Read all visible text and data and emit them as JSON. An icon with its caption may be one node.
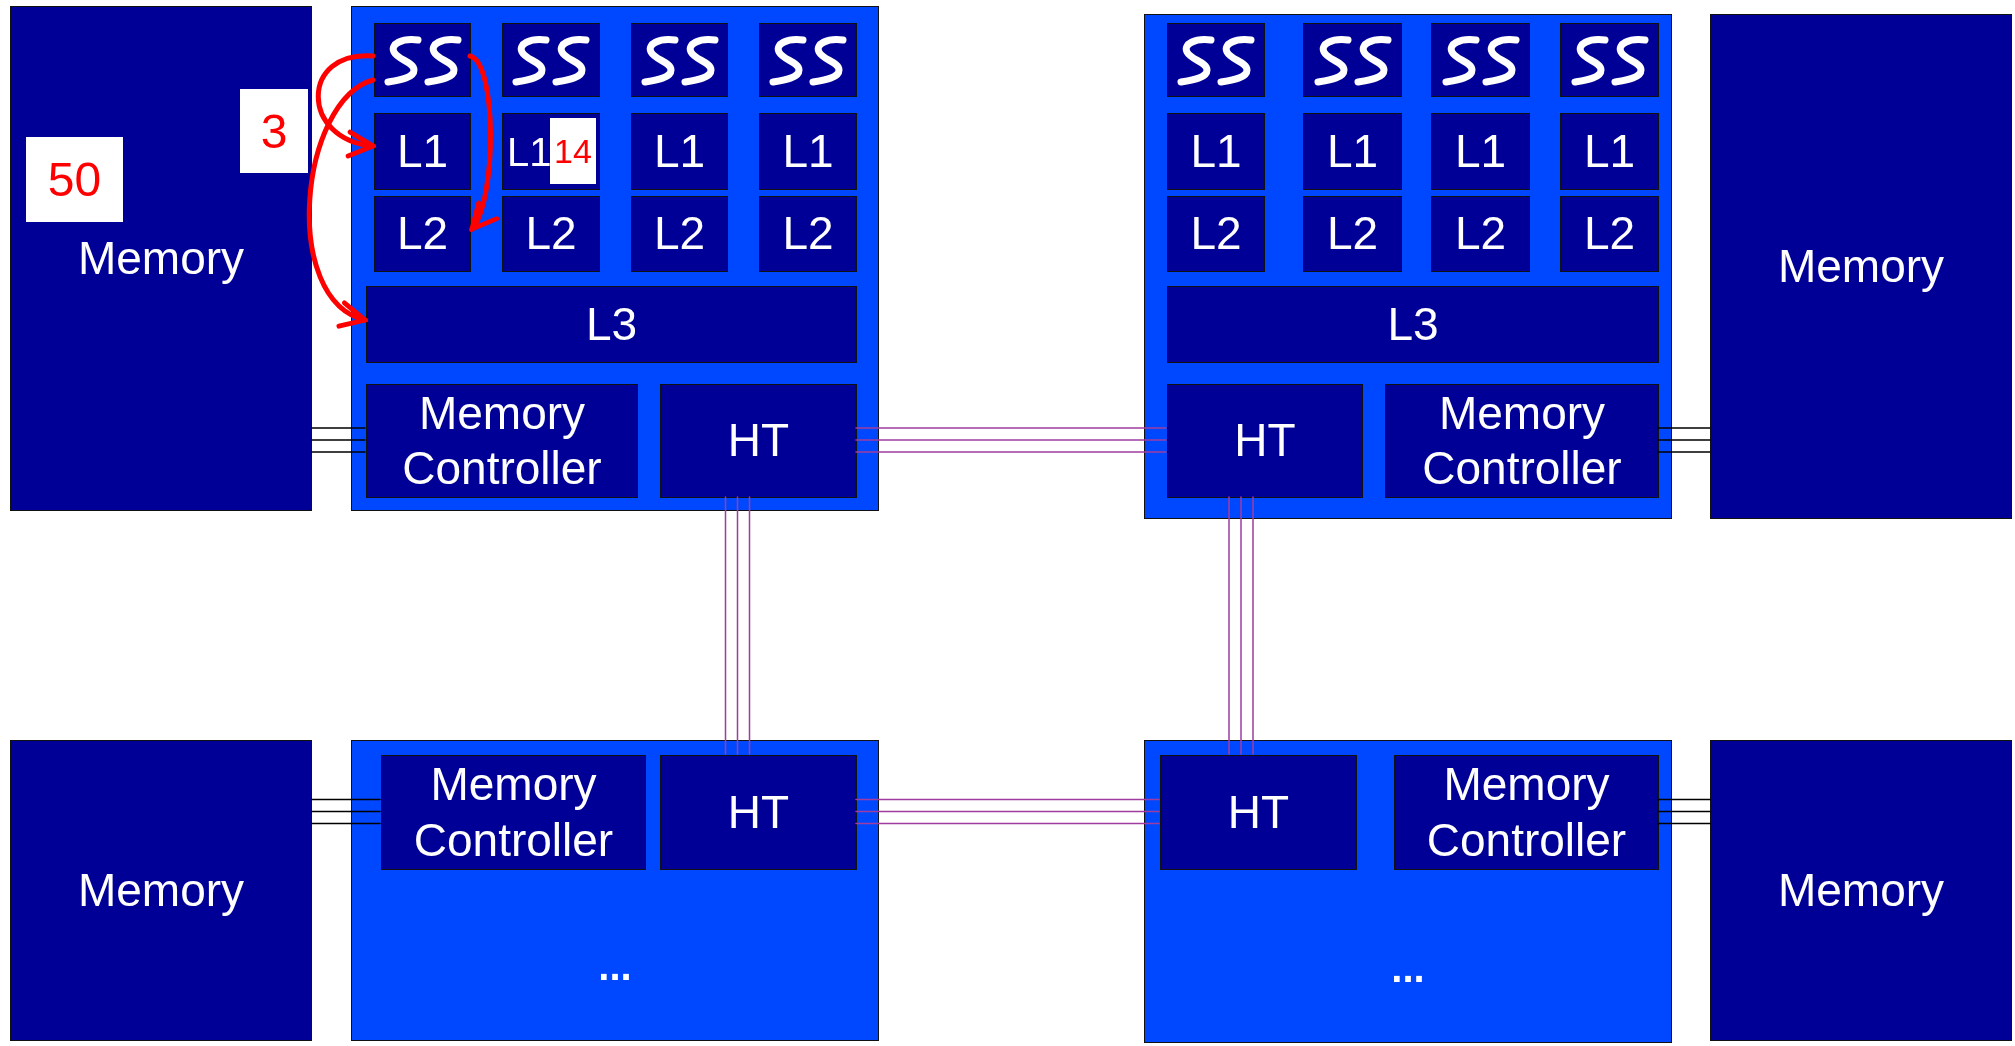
{
  "diagram": {
    "nodes": [
      {
        "text": [
          "Memory"
        ]
      },
      {
        "text": [],
        "shape": "box"
      },
      {
        "text": [],
        "shape": "box",
        "in": 1
      },
      {
        "text": [],
        "shape": "box",
        "in": 1
      },
      {
        "text": [],
        "shape": "box",
        "in": 1
      },
      {
        "text": [],
        "shape": "box",
        "in": 1
      },
      {
        "text": [
          "L1"
        ],
        "in": 1
      },
      {
        "text": [
          "L1"
        ],
        "in": 1
      },
      {
        "text": [
          "L1"
        ],
        "in": 1
      },
      {
        "text": [
          "L1"
        ],
        "in": 1
      },
      {
        "text": [
          "L2"
        ],
        "in": 1
      },
      {
        "text": [
          "L2"
        ],
        "in": 1
      },
      {
        "text": [
          "L2"
        ],
        "in": 1
      },
      {
        "text": [
          "L2"
        ],
        "in": 1
      },
      {
        "text": [
          "L3"
        ],
        "in": 1
      },
      {
        "text": [
          "Memory Controller"
        ],
        "in": 1
      },
      {
        "text": [
          "HT"
        ],
        "in": 1
      },
      {
        "text": [],
        "shape": "box"
      },
      {
        "text": [],
        "shape": "box",
        "in": 17
      },
      {
        "text": [],
        "shape": "box",
        "in": 17
      },
      {
        "text": [],
        "shape": "box",
        "in": 17
      },
      {
        "text": [],
        "shape": "box",
        "in": 17
      },
      {
        "text": [
          "L1"
        ],
        "in": 17
      },
      {
        "text": [
          "L1"
        ],
        "in": 17
      },
      {
        "text": [
          "L1"
        ],
        "in": 17
      },
      {
        "text": [
          "L1"
        ],
        "in": 17
      },
      {
        "text": [
          "L2"
        ],
        "in": 17
      },
      {
        "text": [
          "L2"
        ],
        "in": 17
      },
      {
        "text": [
          "L2"
        ],
        "in": 17
      },
      {
        "text": [
          "L2"
        ],
        "in": 17
      },
      {
        "text": [
          "L3"
        ],
        "in": 17
      },
      {
        "text": [
          "HT"
        ],
        "in": 17
      },
      {
        "text": [
          "Memory Controller"
        ],
        "in": 17
      },
      {
        "text": [
          "Memory"
        ]
      },
      {
        "text": [
          "Memory"
        ]
      },
      {
        "text": [
          "..."
        ]
      },
      {
        "text": [
          "Memory Controller"
        ],
        "in": 35
      },
      {
        "text": [
          "HT"
        ],
        "in": 35
      },
      {
        "text": [
          "..."
        ]
      },
      {
        "text": [
          "HT"
        ],
        "in": 38
      },
      {
        "text": [
          "Memory Controller"
        ],
        "in": 38
      },
      {
        "text": [
          "Memory"
        ]
      }
    ],
    "edges": [
      {
        "from": 0,
        "to": 15,
        "arrow": "none",
        "color": "#000000"
      },
      {
        "from": 16,
        "to": 31,
        "arrow": "none",
        "color": "#a03ca0"
      },
      {
        "from": 16,
        "to": 37,
        "arrow": "none",
        "color": "#a03ca0"
      },
      {
        "from": 31,
        "to": 39,
        "arrow": "none",
        "color": "#a03ca0"
      },
      {
        "from": 37,
        "to": 39,
        "arrow": "none",
        "color": "#a03ca0"
      },
      {
        "from": 32,
        "to": 33,
        "arrow": "none",
        "color": "#000000"
      },
      {
        "from": 34,
        "to": 36,
        "arrow": "none",
        "color": "#000000"
      },
      {
        "from": 40,
        "to": 41,
        "arrow": "none",
        "color": "#000000"
      },
      {
        "from": 2,
        "to": 6,
        "arrow": "to",
        "style": "thick",
        "color": "#ff0000"
      },
      {
        "from": 2,
        "to": 10,
        "arrow": "to",
        "style": "thick",
        "color": "#ff0000"
      },
      {
        "from": 2,
        "to": 14,
        "arrow": "to",
        "style": "thick",
        "color": "#ff0000"
      }
    ],
    "labels": [
      "50",
      "3",
      "14"
    ]
  }
}
